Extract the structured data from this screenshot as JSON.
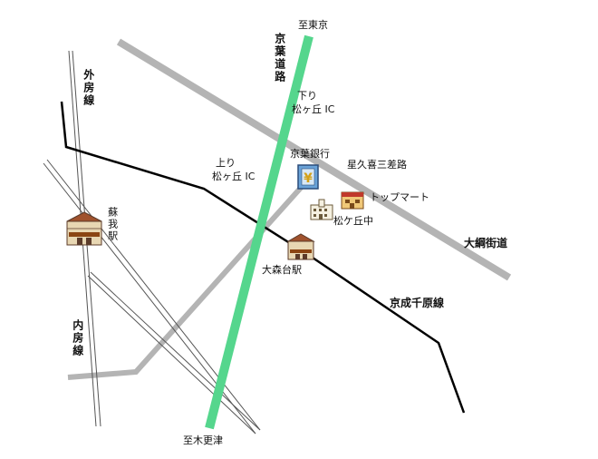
{
  "labels": {
    "to_tokyo": "至東京",
    "to_kisarazu": "至木更津",
    "keiyo_road": "京葉道路",
    "sotobo_line": "外房線",
    "uchibo_line": "内房線",
    "soga_station": "蘇我駅",
    "down_ic_line1": "下り",
    "down_ic_line2": "松ヶ丘 IC",
    "up_ic_line1": "上り",
    "up_ic_line2": "松ヶ丘 IC",
    "keiyo_bank": "京葉銀行",
    "hoshikuki_junction": "星久喜三差路",
    "top_mart": "トップマート",
    "matsugaoka_jhs": "松ケ丘中",
    "omoridai_station": "大森台駅",
    "oami_kaido": "大綱街道",
    "keisei_chiharasen": "京成千原線"
  },
  "colors": {
    "expressway": "#55d68d",
    "gray_road": "#b4b4b4",
    "railway": "#000000",
    "jr_line": "#555555",
    "bank_blue": "#6aa3d8"
  },
  "icons": {
    "station": "station-building-icon",
    "bank": "yen-bank-icon",
    "school": "school-icon",
    "store": "store-icon"
  }
}
